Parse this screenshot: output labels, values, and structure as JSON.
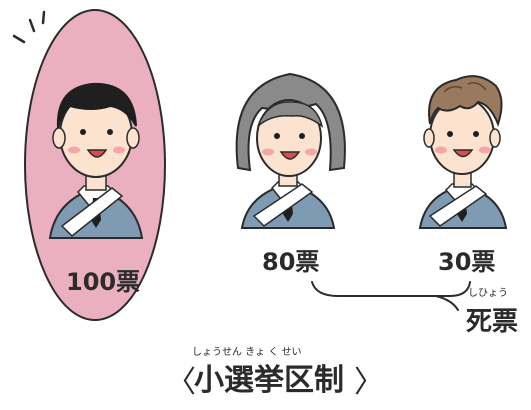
{
  "candidates": [
    {
      "votes_label": "100票",
      "hair": "black",
      "winner": true
    },
    {
      "votes_label": "80票",
      "hair": "gray",
      "winner": false
    },
    {
      "votes_label": "30票",
      "hair": "brown",
      "winner": false
    }
  ],
  "dead_votes": {
    "label": "死票",
    "ruby": "しひょう"
  },
  "title": {
    "text": "小選挙区制",
    "ruby": "しょうせん きょ く せい",
    "bracket_left": "〈",
    "bracket_right": "〉"
  },
  "colors": {
    "highlight": "#eab0c0",
    "suit": "#7f9bb4",
    "skin": "#fbe3cf",
    "hair_black": "#1f1f1f",
    "hair_gray": "#8a8a8a",
    "hair_brown": "#9a7a5e",
    "sash": "#ffffff",
    "ink": "#2b2b2b"
  }
}
